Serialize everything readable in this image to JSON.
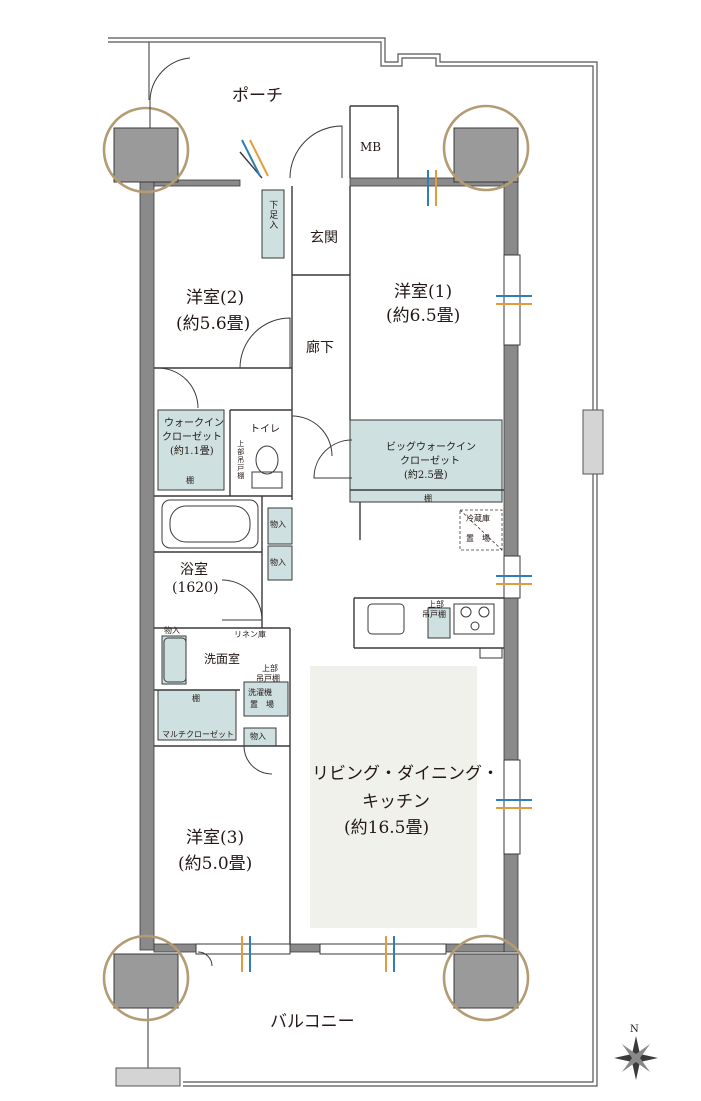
{
  "labels": {
    "porch": "ポーチ",
    "mb": "MB",
    "entrance": "玄関",
    "shoe_storage": "下足入",
    "room2_name": "洋室(2)",
    "room2_size": "(約5.6畳)",
    "room1_name": "洋室(1)",
    "room1_size": "(約6.5畳)",
    "hallway": "廊下",
    "wic_small_1": "ウォークイン",
    "wic_small_2": "クローゼット",
    "wic_small_3": "(約1.1畳)",
    "shelf": "棚",
    "toilet": "トイレ",
    "upper_cabinet_vertical": "上部吊戸棚",
    "big_wic_1": "ビッグウォークイン",
    "big_wic_2": "クローゼット",
    "big_wic_3": "(約2.5畳)",
    "shelf_small": "棚",
    "fridge_1": "冷蔵庫",
    "fridge_2": "置　場",
    "storage": "物入",
    "bath_name": "浴室",
    "bath_size": "(1620)",
    "linen": "リネン庫",
    "washroom": "洗面室",
    "upper_cabinet_1": "上部",
    "upper_cabinet_2": "吊戸棚",
    "washer_1": "洗濯機",
    "washer_2": "置　場",
    "multi_closet": "マルチクローゼット",
    "ldk_1": "リビング・ダイニング・",
    "ldk_2": "キッチン",
    "ldk_3": "(約16.5畳)",
    "room3_name": "洋室(3)",
    "room3_size": "(約5.0畳)",
    "balcony": "バルコニー",
    "north": "N"
  },
  "colors": {
    "wall": "#8a8a8a",
    "column": "#9a9a9a",
    "column_ring": "#b39b74",
    "closet_fill": "#cfe0e0",
    "ldk_fill": "#f1f1ec",
    "line": "#3a3a3a",
    "vent_blue": "#2f7fb4",
    "vent_orange": "#e39c3c"
  },
  "icons": [
    "compass-icon",
    "stove-icon",
    "sink-icon",
    "bathtub-icon",
    "toilet-icon",
    "washbasin-icon"
  ]
}
